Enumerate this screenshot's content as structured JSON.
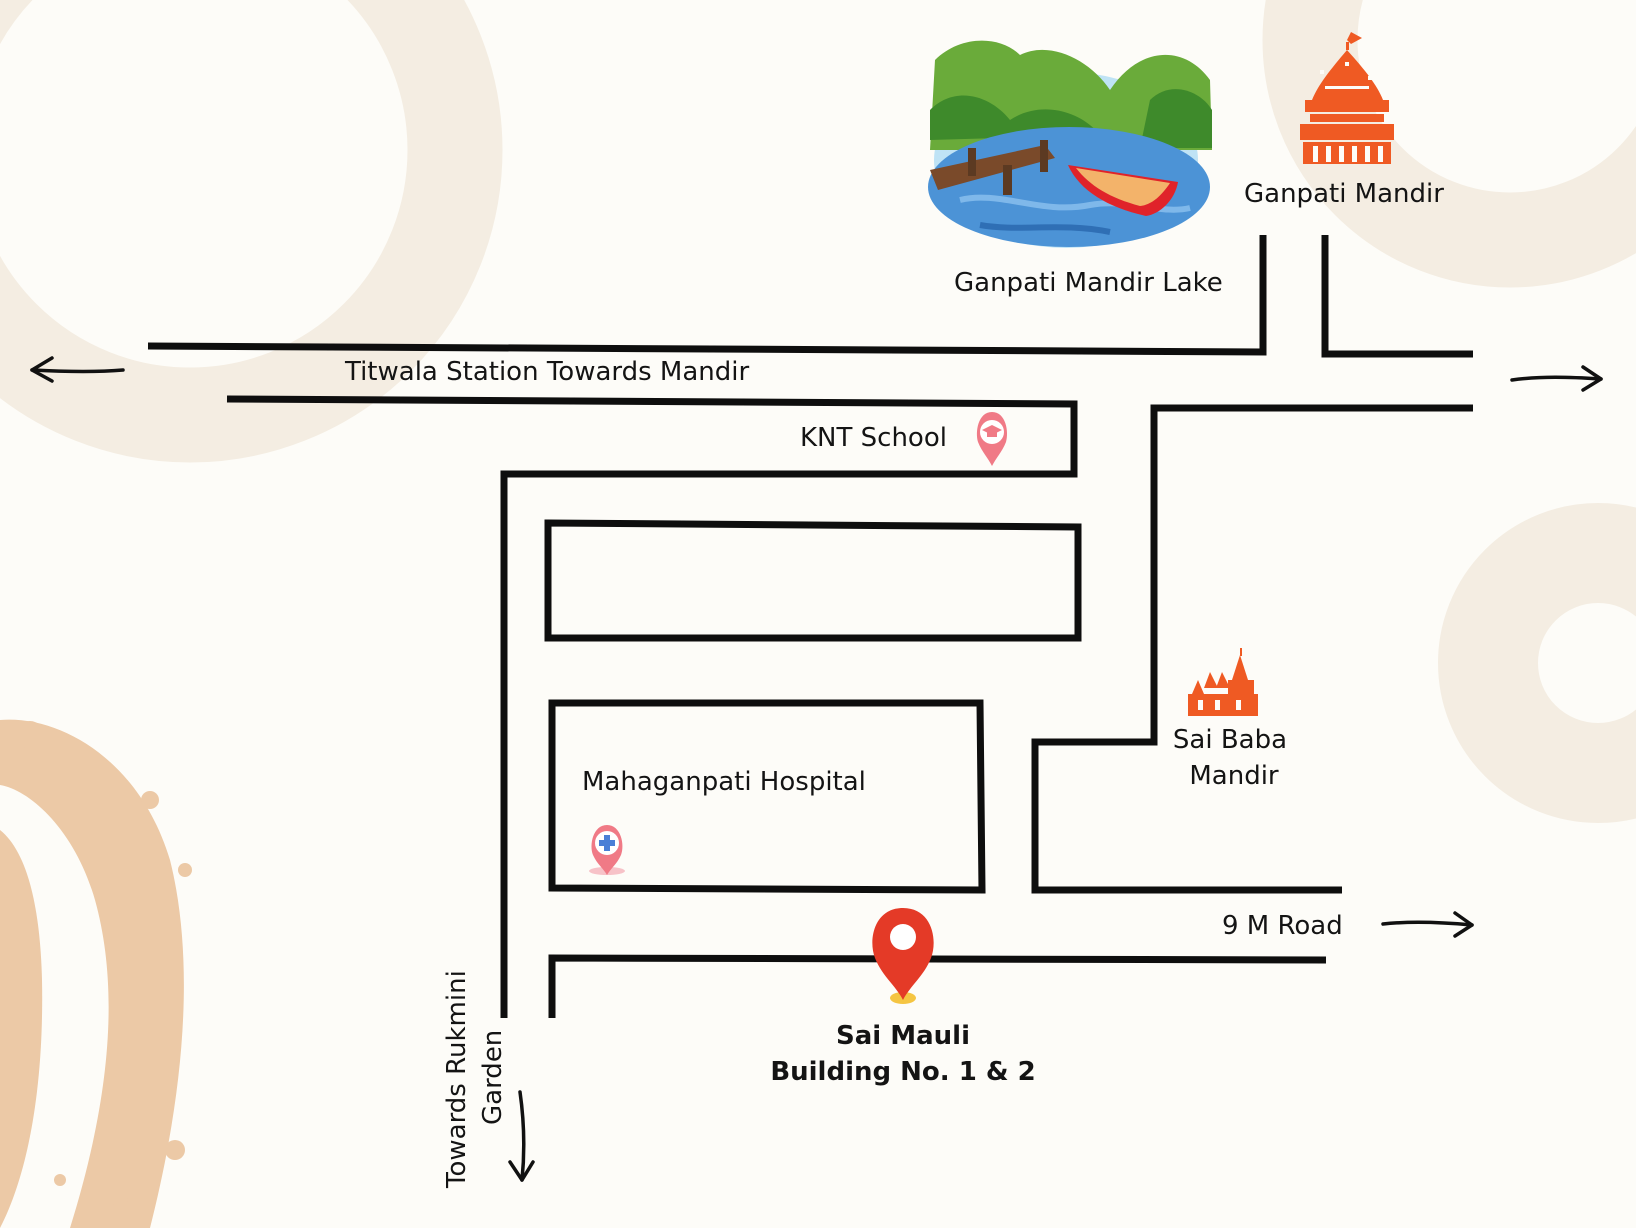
{
  "colors": {
    "background": "#fdfcf8",
    "deco_ring": "#f4ede2",
    "deco_splatter": "#ecc9a6",
    "road": "#0e0e0e",
    "temple": "#ef5a23",
    "main_pin": "#e43a27",
    "poi_pin": "#f07a86"
  },
  "labels": {
    "lake": "Ganpati Mandir Lake",
    "ganpati_mandir": "Ganpati Mandir",
    "titwala_road": "Titwala Station Towards Mandir",
    "school": "KNT School",
    "sai_baba_line1": "Sai Baba",
    "sai_baba_line2": "Mandir",
    "hospital": "Mahaganpati Hospital",
    "road_9m": "9 M Road",
    "destination_line1": "Sai Mauli",
    "destination_line2": "Building No. 1 & 2",
    "rukmini_line1": "Towards Rukmini",
    "rukmini_line2": "Garden"
  },
  "icons": {
    "lake": "lake-with-boat-illustration",
    "ganpati_mandir": "temple-icon",
    "sai_baba": "temple-icon",
    "school": "school-pin-icon",
    "hospital": "hospital-pin-icon",
    "destination": "location-pin-icon"
  }
}
